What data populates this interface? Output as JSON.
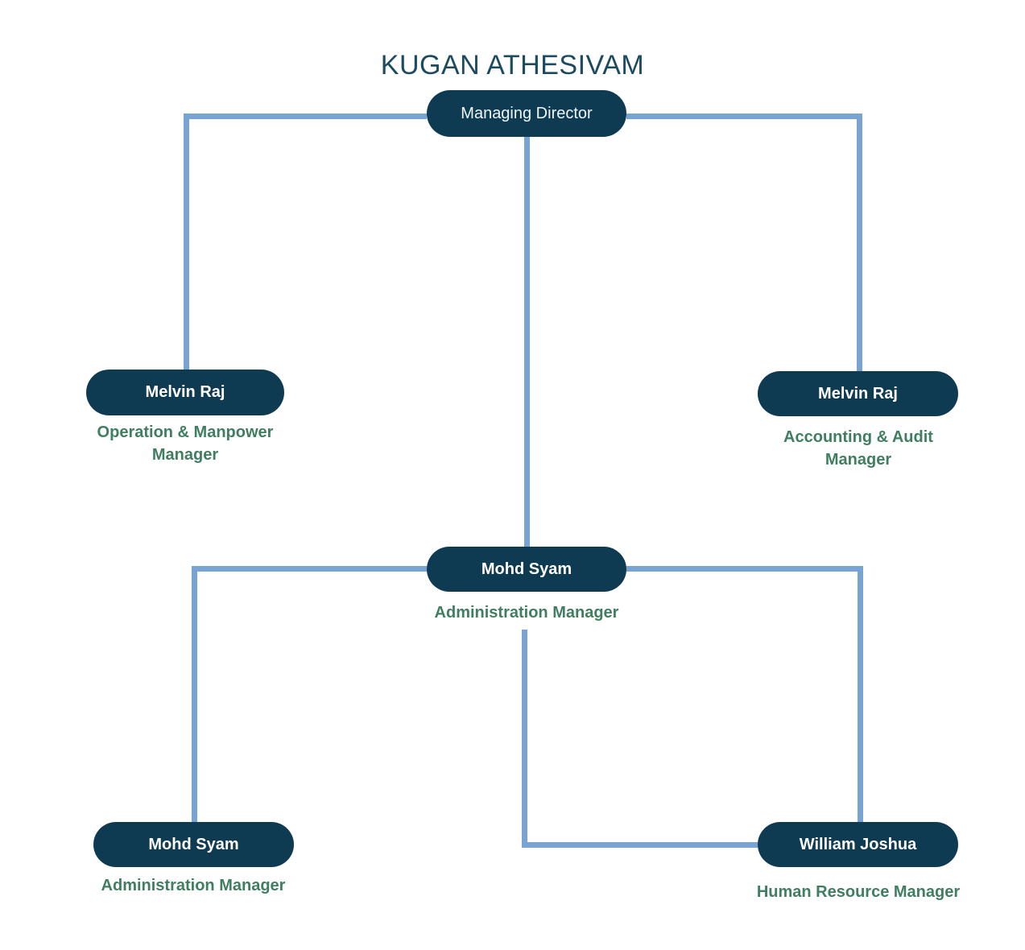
{
  "title": "KUGAN ATHESIVAM",
  "colors": {
    "background": "#ffffff",
    "node_fill": "#0e3a52",
    "node_text": "#ffffff",
    "title_color": "#1b4a61",
    "role_color": "#3f7e60",
    "connector_color": "#78a4d4"
  },
  "nodes": [
    {
      "name": "Managing Director",
      "role": ""
    },
    {
      "name": "Melvin Raj",
      "role": "Operation & Manpower Manager"
    },
    {
      "name": "Melvin Raj",
      "role": "Accounting & Audit Manager"
    },
    {
      "name": "Mohd Syam",
      "role": "Administration Manager"
    },
    {
      "name": "Mohd Syam",
      "role": "Administration Manager"
    },
    {
      "name": "William Joshua",
      "role": "Human Resource Manager"
    }
  ]
}
